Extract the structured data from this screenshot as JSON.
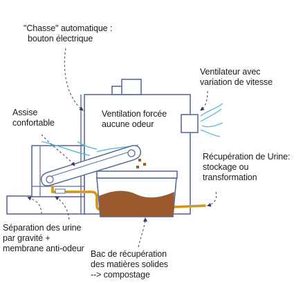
{
  "labels": {
    "chasse": [
      "\"Chasse\" automatique :",
      "bouton électrique"
    ],
    "ventilateur": [
      "Ventilateur avec",
      "variation de vitesse"
    ],
    "assise": [
      "Assise",
      "confortable"
    ],
    "ventilation": [
      "Ventilation forcée",
      "aucune odeur"
    ],
    "recuperation_urine": [
      "Récupération de Urine:",
      "stockage ou",
      "transformation"
    ],
    "separation": [
      "Séparation des urine",
      "par gravité +",
      "membrane anti-odeur"
    ],
    "bac": [
      "Bac de récupération",
      "des matières solides",
      "--> compostage"
    ]
  },
  "colors": {
    "outline": "#5a6a9a",
    "cabinet_fill": "#ffffff",
    "compost": "#9a5a2e",
    "pipe": "#e8a91c",
    "airflow": "#58b7e3",
    "leader": "#3a3a6a"
  }
}
